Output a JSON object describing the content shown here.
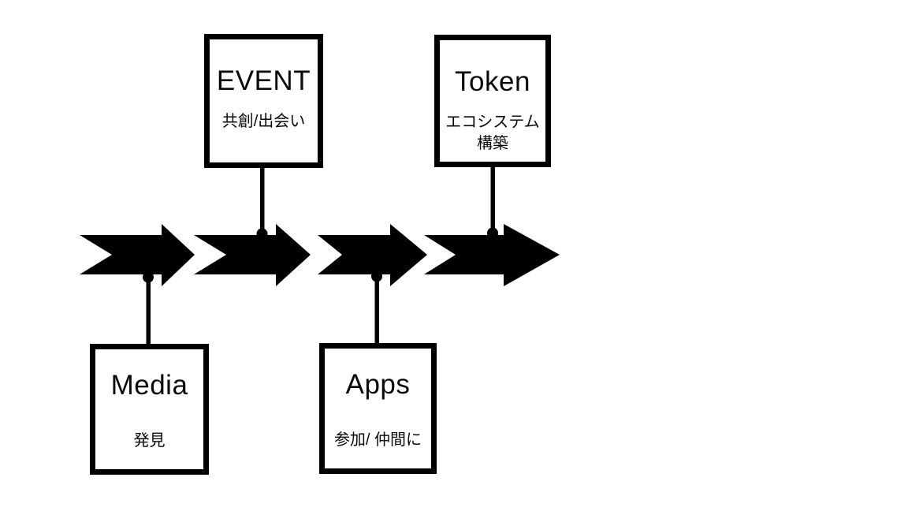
{
  "diagram": {
    "background_color": "#ffffff",
    "ink_color": "#000000",
    "stages": [
      {
        "key": "event",
        "title": "EVENT",
        "subtitle_lines": [
          "共創/出会い"
        ],
        "attached": "above-timeline"
      },
      {
        "key": "token",
        "title": "Token",
        "subtitle_lines": [
          "エコシステム",
          "構築"
        ],
        "attached": "above-timeline"
      },
      {
        "key": "media",
        "title": "Media",
        "subtitle_lines": [
          "発見"
        ],
        "attached": "below-timeline"
      },
      {
        "key": "apps",
        "title": "Apps",
        "subtitle_lines": [
          "参加/ 仲間に"
        ],
        "attached": "below-timeline"
      }
    ],
    "timeline": {
      "type": "chevron-block-arrows",
      "arrow_count": 4,
      "direction": "right"
    }
  }
}
